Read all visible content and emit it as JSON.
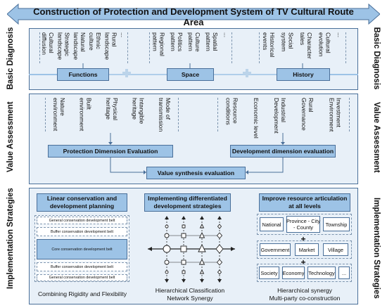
{
  "title": "Construction of Protection and Development System of TV Cultural Route Area",
  "sections": {
    "basic": "Basic Diagnosis",
    "value": "Value Assessment",
    "impl": "Implementation Strategies"
  },
  "basic": {
    "groups": [
      {
        "label": "Functions",
        "items": [
          "Cultural\ndiffusion",
          "Strategic\nlandscape",
          "Natural\nlandscape",
          "Ethnic\nculture",
          "Rural\nlandscape",
          "..."
        ]
      },
      {
        "label": "Space",
        "items": [
          "Regional\npattern",
          "Politics\npattern",
          "Culture\npattern",
          "Spatial\npattern",
          "..."
        ]
      },
      {
        "label": "History",
        "items": [
          "Historical\nevents",
          "Social\nsystem",
          "Character\ntales",
          "Cultural\nevolution",
          "..."
        ]
      }
    ]
  },
  "value": {
    "protection_items": [
      "Nature\nenvironment",
      "Built\nenvironment",
      "Physical\nheritage",
      "Intangible\nheritage",
      "Mode of\ntransmission"
    ],
    "development_items": [
      "Resource\nconditions",
      "Economic level",
      "Industrial\nDevelopment",
      "Rural\nGovernance",
      "Investment\nEnvironment"
    ],
    "protection_label": "Protection Dimension Evaluation",
    "development_label": "Development dimension evaluation",
    "synthesis_label": "Value synthesis evaluation"
  },
  "impl": {
    "col1": {
      "header": "Linear conservation and development planning",
      "belts": [
        "General conservation development belt",
        "Buffer conservation development belt",
        "Core conservation development belt",
        "Buffer conservation development belt",
        "General conservation development belt"
      ],
      "caption": "Combining Rigidity and Flexibility"
    },
    "col2": {
      "header": "Implementing differentiated development strategies",
      "caption_line1": "Hierarchical Classification",
      "caption_line2": "Network Synergy"
    },
    "col3": {
      "header": "Improve resource articulation at all levels",
      "row1": [
        "National",
        "Province - City\n- County",
        "Township"
      ],
      "row2": [
        "Government",
        "Market",
        "Village"
      ],
      "row3": [
        "Society",
        "Economy",
        "Technology",
        "..."
      ],
      "plus": "+",
      "caption_line1": "Hierarchical synergy",
      "caption_line2": "Multi-party co-construction"
    }
  },
  "colors": {
    "panel": "#e8f0f8",
    "accent": "#9dc3e6",
    "border": "#4a6f99"
  }
}
